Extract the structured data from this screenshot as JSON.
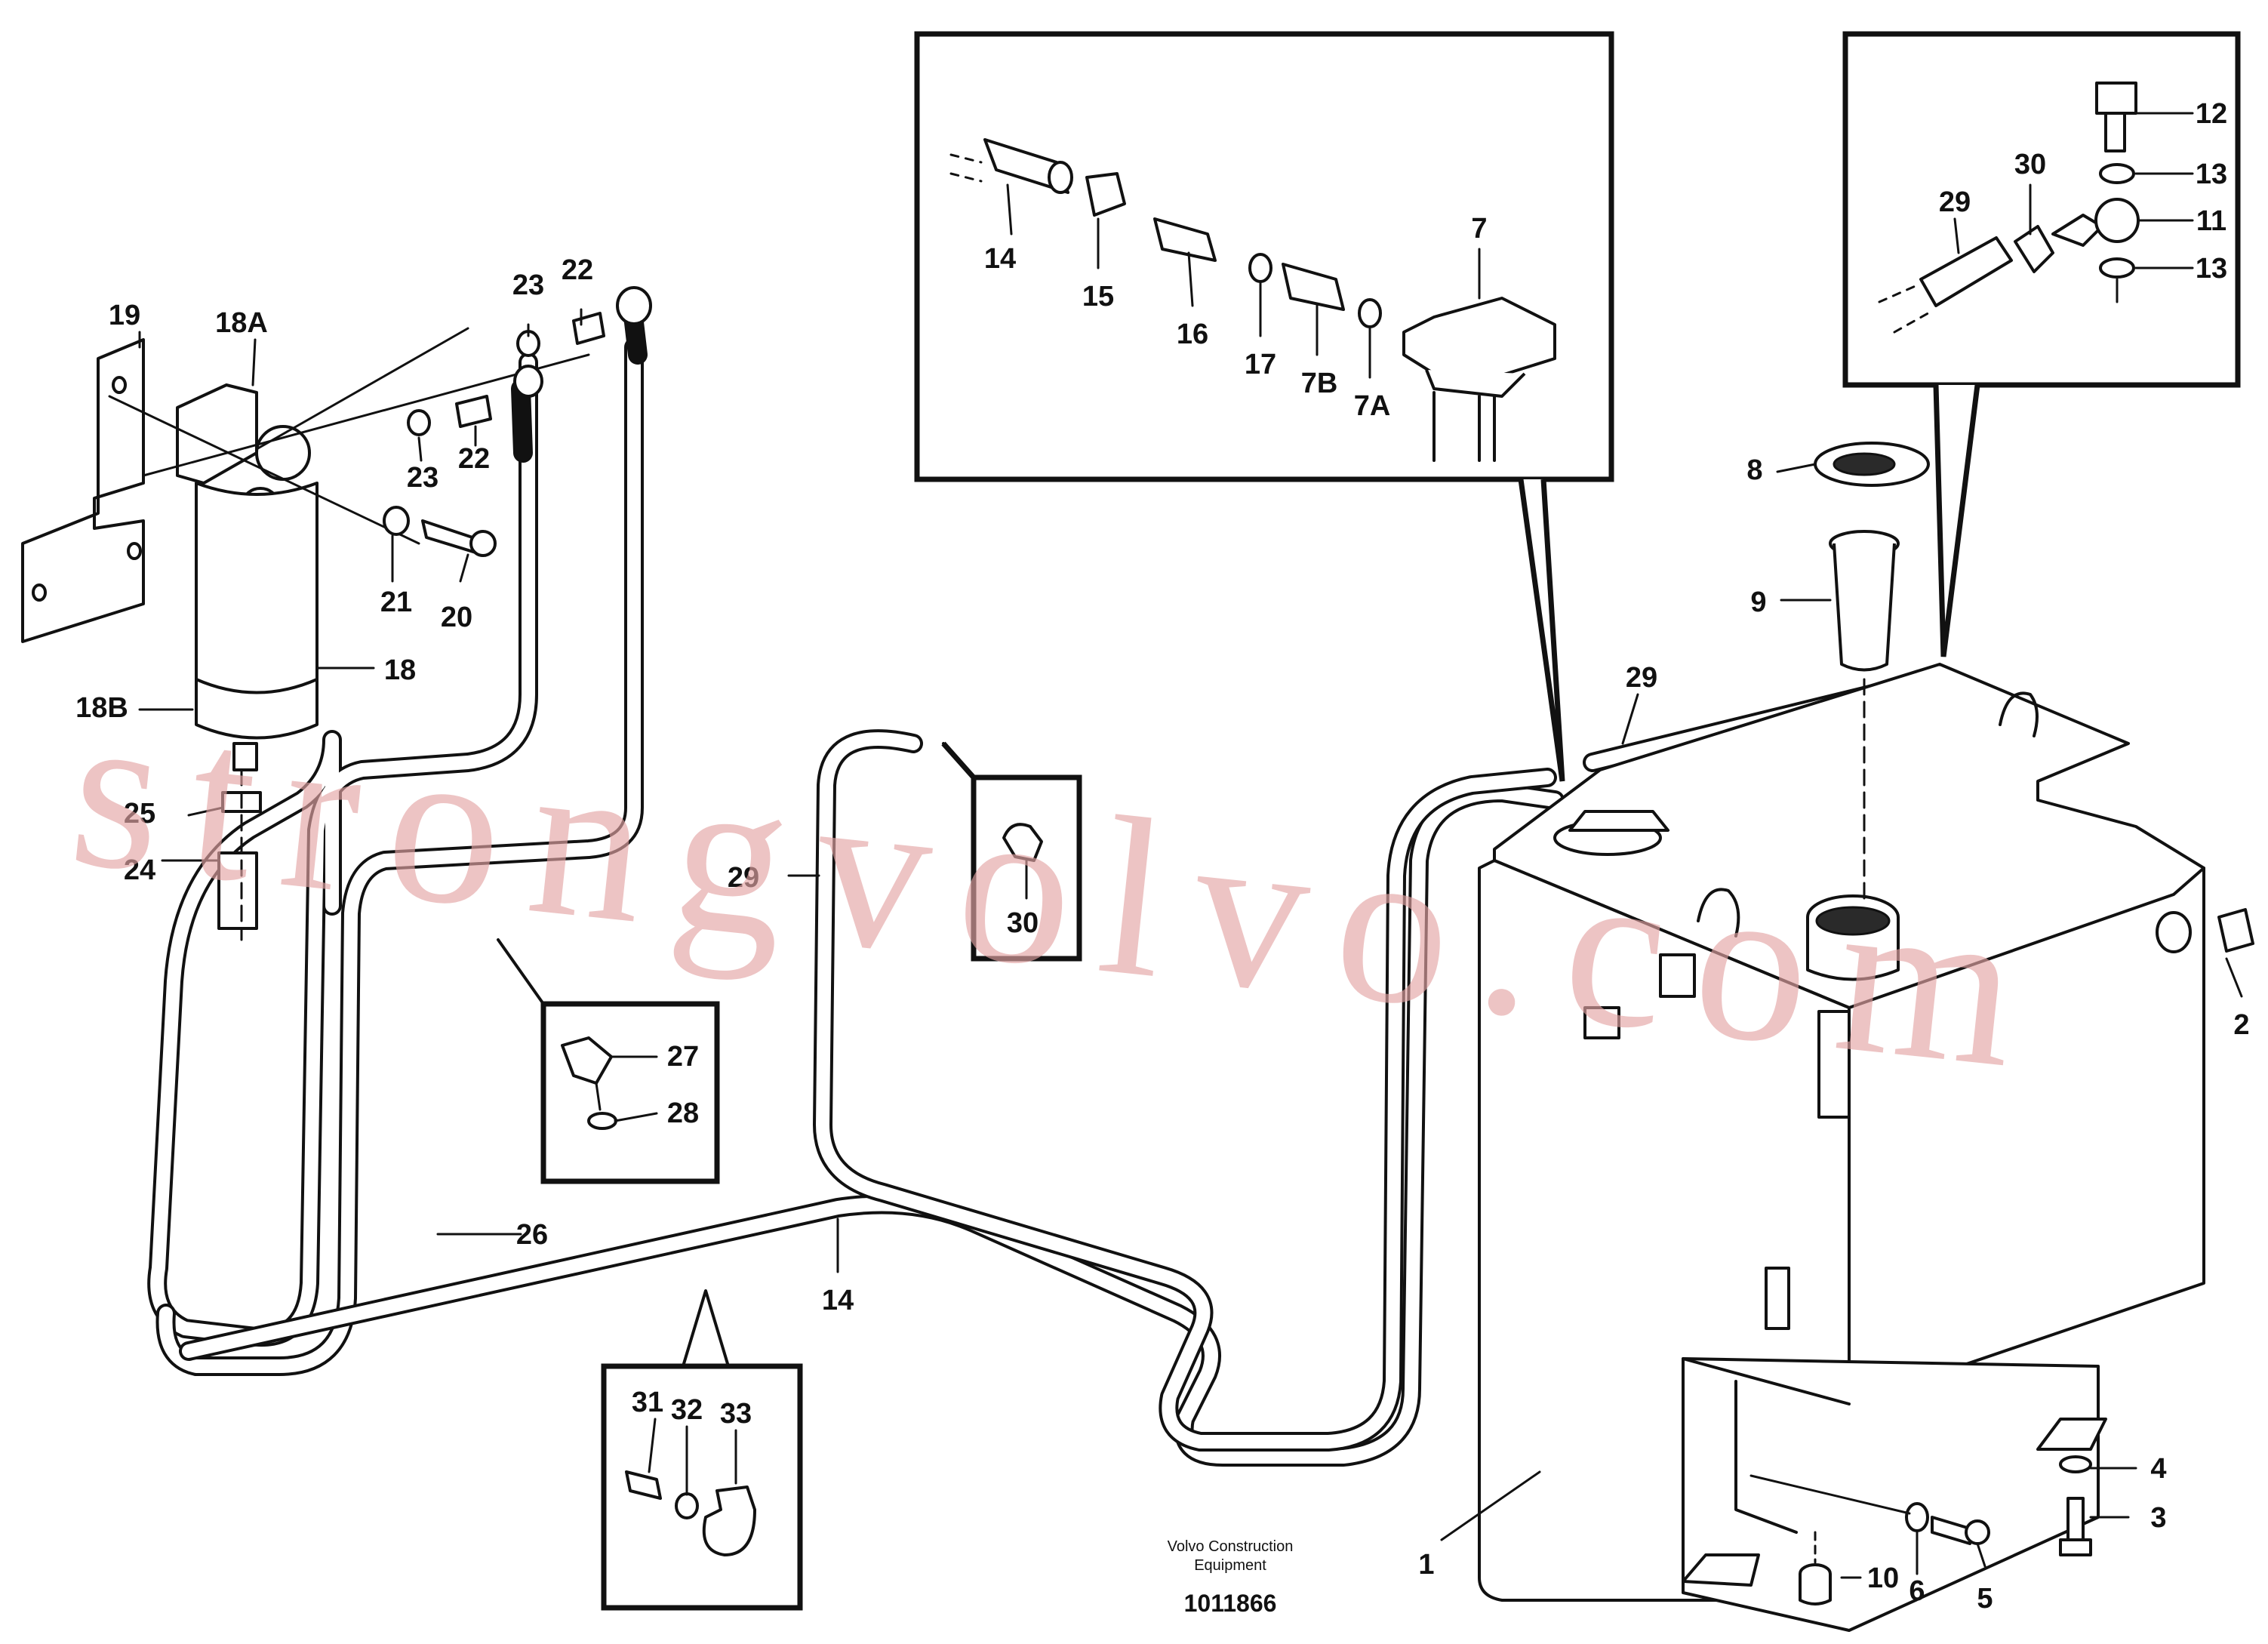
{
  "labels": {
    "p1": "1",
    "p2": "2",
    "p3": "3",
    "p4": "4",
    "p5": "5",
    "p6": "6",
    "p7": "7",
    "p7a": "7A",
    "p7b": "7B",
    "p8": "8",
    "p9": "9",
    "p10": "10",
    "p11": "11",
    "p12": "12",
    "p13a": "13",
    "p13b": "13",
    "p14a": "14",
    "p14b": "14",
    "p15": "15",
    "p16": "16",
    "p17": "17",
    "p18": "18",
    "p18a": "18A",
    "p18b": "18B",
    "p19": "19",
    "p20": "20",
    "p21": "21",
    "p22a": "22",
    "p22b": "22",
    "p23a": "23",
    "p23b": "23",
    "p24": "24",
    "p25": "25",
    "p26": "26",
    "p27": "27",
    "p28": "28",
    "p29a": "29",
    "p29b": "29",
    "p29c": "29",
    "p30a": "30",
    "p30b": "30",
    "p31": "31",
    "p32": "32",
    "p33": "33"
  },
  "caption": {
    "line1": "Volvo Construction",
    "line2": "Equipment",
    "doc_number": "1011866"
  },
  "watermark": "strongvolvo.com",
  "colors": {
    "line": "#111111",
    "watermark": "#e3a4a4"
  }
}
